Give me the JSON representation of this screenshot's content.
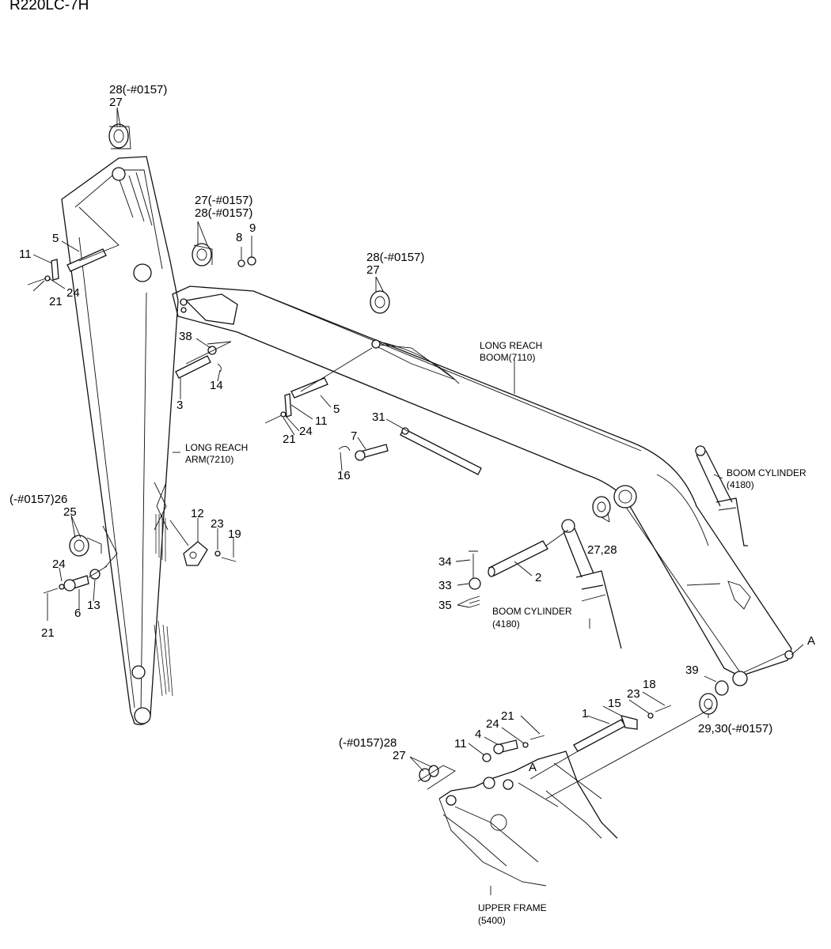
{
  "title": "R220LC-7H",
  "assemblies": {
    "boom": {
      "line1": "LONG REACH",
      "line2": "BOOM(7110)"
    },
    "arm": {
      "line1": "LONG REACH",
      "line2": "ARM(7210)"
    },
    "boom_cylinder_right": {
      "line1": "BOOM CYLINDER",
      "line2": "(4180)"
    },
    "boom_cylinder_center": {
      "line1": "BOOM CYLINDER",
      "line2": "(4180)"
    },
    "upper_frame": {
      "line1": "UPPER FRAME",
      "line2": "(5400)"
    }
  },
  "callouts": {
    "c28_top": "28(-#0157)",
    "c27_top": "27",
    "c27_mid": "27(-#0157)",
    "c28_mid": "28(-#0157)",
    "c8": "8",
    "c9": "9",
    "c28_boom": "28(-#0157)",
    "c27_boom": "27",
    "c5_left": "5",
    "c11_left": "11",
    "c21_left": "21",
    "c24_left": "24",
    "c38": "38",
    "c14": "14",
    "c3": "3",
    "c5_mid": "5",
    "c11_mid": "11",
    "c24_mid": "24",
    "c21_mid": "21",
    "c31": "31",
    "c7": "7",
    "c16": "16",
    "c26_25a": "(-#0157)26",
    "c25": "25",
    "c24_low": "24",
    "c21_low": "21",
    "c6": "6",
    "c13": "13",
    "c12": "12",
    "c23_mid": "23",
    "c19": "19",
    "c34": "34",
    "c33": "33",
    "c35": "35",
    "c2": "2",
    "c2728": "27,28",
    "cA_right": "A",
    "c39": "39",
    "c2930": "29,30(-#0157)",
    "c18": "18",
    "c23_low": "23",
    "c15": "15",
    "c1": "1",
    "c21_low2": "21",
    "c24_low2": "24",
    "c4": "4",
    "c11_low": "11",
    "c28_frame": "(-#0157)28",
    "c27_frame": "27",
    "cA_frame": "A"
  }
}
